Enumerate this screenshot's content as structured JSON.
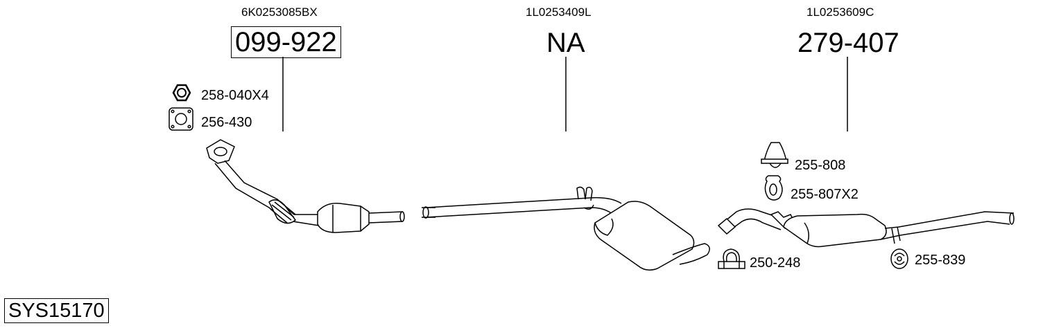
{
  "sections": [
    {
      "oe_number": "6K0253085BX",
      "part_number": "099-922"
    },
    {
      "oe_number": "1L0253409L",
      "part_number": "NA"
    },
    {
      "oe_number": "1L0253609C",
      "part_number": "279-407"
    }
  ],
  "accessories": {
    "nut": "258-040X4",
    "gasket": "256-430",
    "rubber_mount": "255-808",
    "hanger_ring": "255-807X2",
    "clamp": "250-248",
    "rubber_ring": "255-839"
  },
  "system_number": "SYS15170"
}
